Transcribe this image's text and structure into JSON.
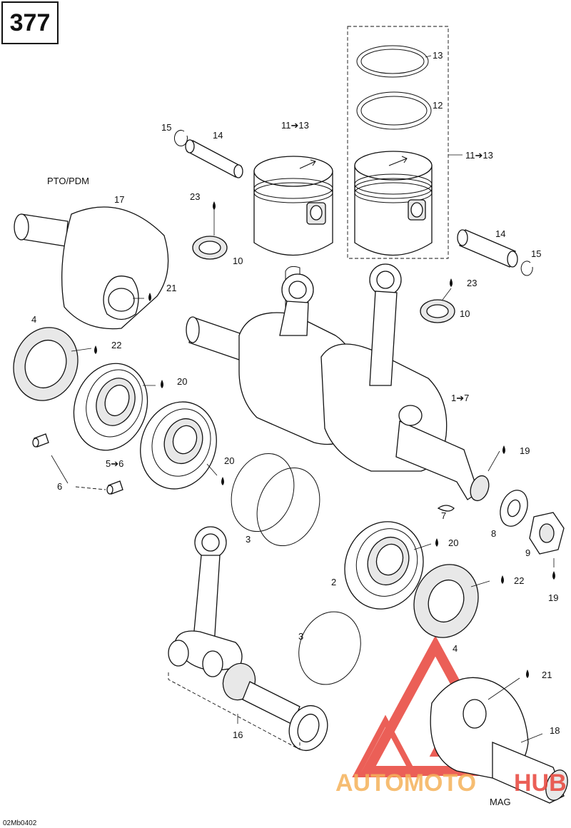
{
  "page": {
    "number": "377",
    "footer_code": "02Mb0402"
  },
  "side_labels": {
    "pto": "PTO/PDM",
    "mag": "MAG"
  },
  "callouts": {
    "c1_7": "1➔7",
    "c2": "2",
    "c3a": "3",
    "c3b": "3",
    "c4a": "4",
    "c4b": "4",
    "c5_6": "5➔6",
    "c6": "6",
    "c7": "7",
    "c8": "8",
    "c9": "9",
    "c10a": "10",
    "c10b": "10",
    "c11_13a": "11➔13",
    "c11_13b": "11➔13",
    "c12": "12",
    "c13": "13",
    "c14a": "14",
    "c14b": "14",
    "c15a": "15",
    "c15b": "15",
    "c16": "16",
    "c17": "17",
    "c18": "18",
    "c19a": "19",
    "c19b": "19",
    "c20a": "20",
    "c20b": "20",
    "c20c": "20",
    "c21a": "21",
    "c21b": "21",
    "c22a": "22",
    "c22b": "22",
    "c23a": "23",
    "c23b": "23"
  },
  "watermark": {
    "part1": "AUTOMOTO",
    "part2": "HUB",
    "color_main": "#e8443a",
    "color_alt": "#f5b25a"
  }
}
